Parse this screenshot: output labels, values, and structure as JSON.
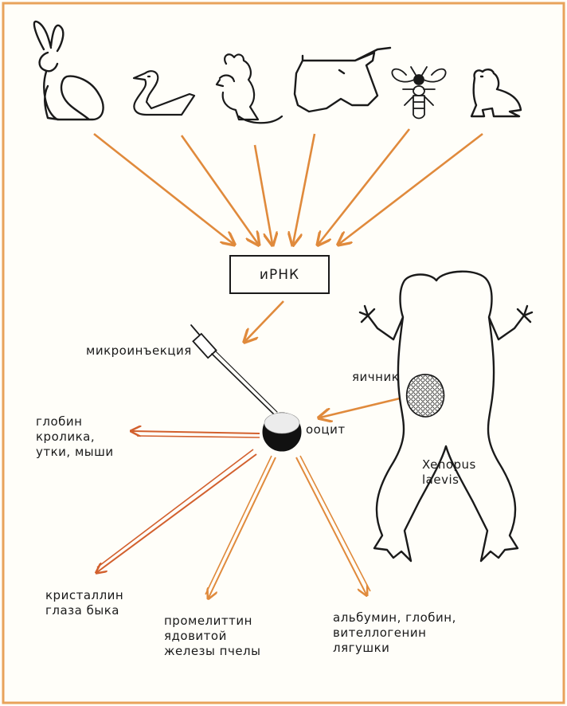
{
  "colors": {
    "frame": "#e8a35b",
    "arrow": "#e08a3c",
    "arrow_dark": "#d2602e",
    "ink": "#1a1a1a"
  },
  "center": {
    "mrna": "иРНК",
    "oocyte": "ооцит"
  },
  "labels": {
    "microinjection": "микроинъекция",
    "ovary": "яичник",
    "xenopus": "Xenopus\nlaevis",
    "globin": "глобин\nкролика,\nутки, мыши",
    "crystallin": "кристаллин\nглаза быка",
    "promelittin": "промелиттин\nядовитой\nжелезы пчелы",
    "albumin": "альбумин, глобин,\nвителлогенин\nлягушки"
  },
  "animals": [
    {
      "icon": "rabbit-icon"
    },
    {
      "icon": "duck-icon"
    },
    {
      "icon": "mouse-icon"
    },
    {
      "icon": "cow-icon"
    },
    {
      "icon": "bee-icon"
    },
    {
      "icon": "frog-icon"
    }
  ]
}
